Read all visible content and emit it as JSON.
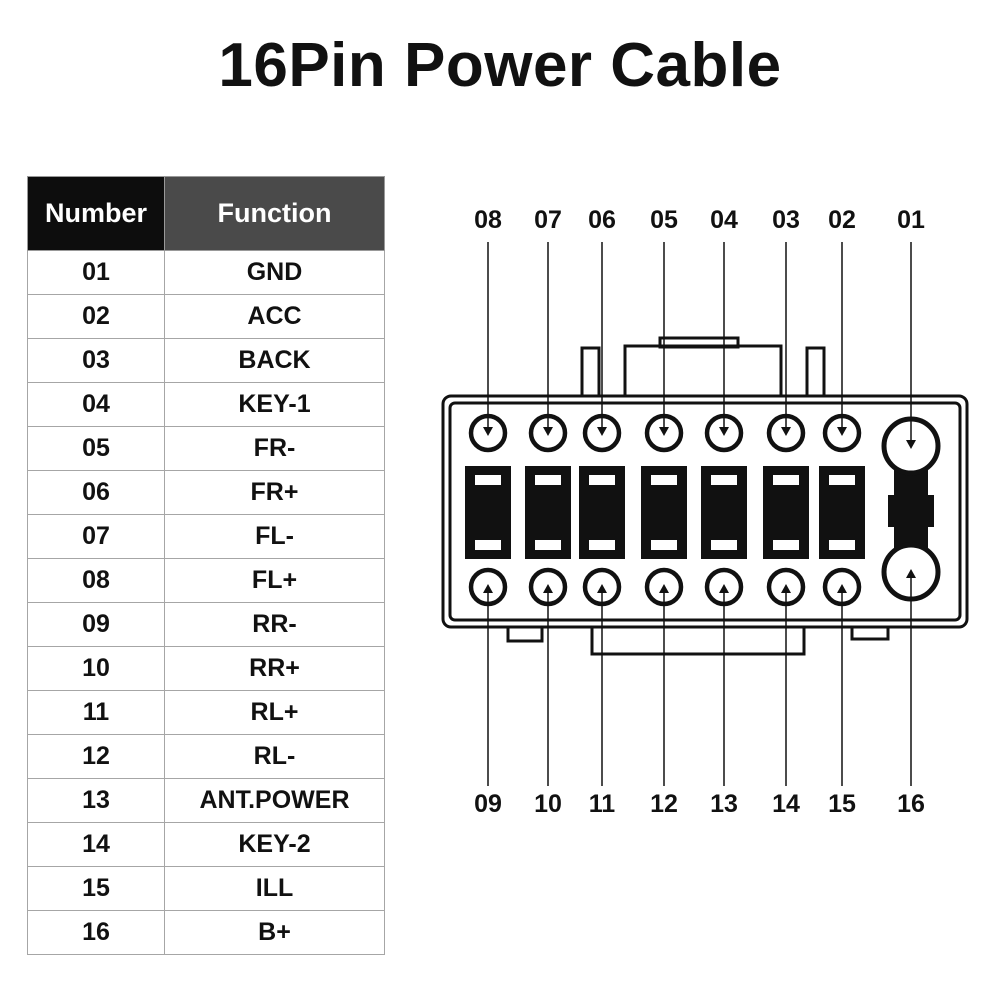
{
  "title": "16Pin Power Cable",
  "table": {
    "headers": {
      "number": "Number",
      "function": "Function"
    },
    "rows": [
      {
        "number": "01",
        "function": "GND"
      },
      {
        "number": "02",
        "function": "ACC"
      },
      {
        "number": "03",
        "function": "BACK"
      },
      {
        "number": "04",
        "function": "KEY-1"
      },
      {
        "number": "05",
        "function": "FR-"
      },
      {
        "number": "06",
        "function": "FR+"
      },
      {
        "number": "07",
        "function": "FL-"
      },
      {
        "number": "08",
        "function": "FL+"
      },
      {
        "number": "09",
        "function": "RR-"
      },
      {
        "number": "10",
        "function": "RR+"
      },
      {
        "number": "11",
        "function": "RL+"
      },
      {
        "number": "12",
        "function": "RL-"
      },
      {
        "number": "13",
        "function": "ANT.POWER"
      },
      {
        "number": "14",
        "function": "KEY-2"
      },
      {
        "number": "15",
        "function": "ILL"
      },
      {
        "number": "16",
        "function": "B+"
      }
    ]
  },
  "diagram": {
    "top_pins": [
      "08",
      "07",
      "06",
      "05",
      "04",
      "03",
      "02",
      "01"
    ],
    "bottom_pins": [
      "09",
      "10",
      "11",
      "12",
      "13",
      "14",
      "15",
      "16"
    ]
  }
}
